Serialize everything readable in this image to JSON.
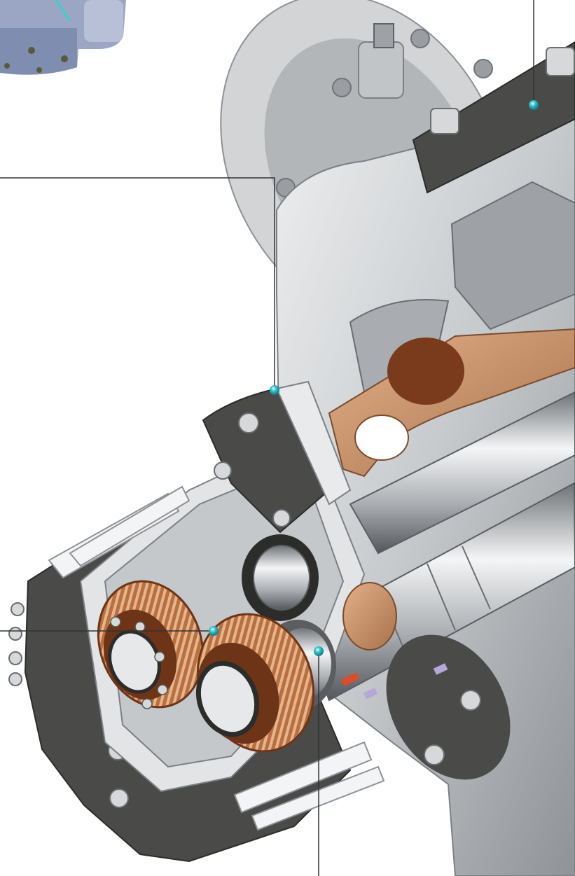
{
  "figure": {
    "type": "technical-cutaway-illustration",
    "subject": "compressor-gear-drive-cutaway",
    "background_color": "#ffffff",
    "colors": {
      "housing_light": "#d8dadc",
      "housing_mid": "#b9bcbf",
      "housing_shadow": "#8e9296",
      "dark_cover": "#4a4a48",
      "bronze": "#c9936b",
      "gear_copper": "#b7703f",
      "gear_dark": "#6e3418",
      "leader_line": "#333333",
      "callout_dot": "#2ec4cf"
    }
  },
  "callouts": [
    {
      "id": "callout-top-right-cover"
    },
    {
      "id": "callout-bearing-housing"
    },
    {
      "id": "callout-gear-set"
    },
    {
      "id": "callout-bearing-sleeve"
    }
  ]
}
